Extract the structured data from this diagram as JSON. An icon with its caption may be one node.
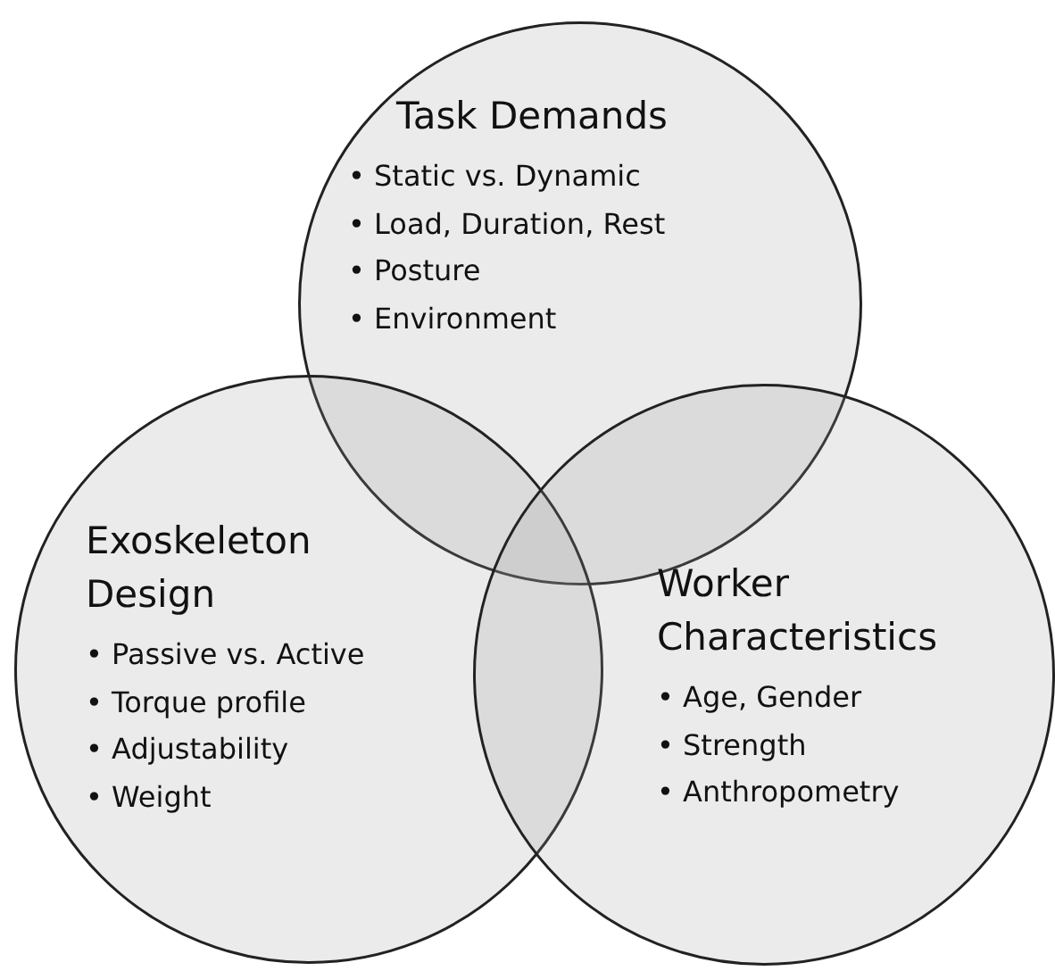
{
  "diagram": {
    "nodes": [
      {
        "text": [
          "Task Demands",
          "• Static vs. Dynamic",
          "• Load, Duration, Rest",
          "• Posture",
          "• Environment"
        ]
      },
      {
        "text": [
          "Exoskeleton Design",
          "• Passive vs. Active",
          "• Torque profile",
          "• Adjustability",
          "• Weight"
        ]
      },
      {
        "text": [
          "Worker Characteristics",
          "• Age, Gender",
          "• Strength",
          "• Anthropometry"
        ]
      }
    ]
  }
}
